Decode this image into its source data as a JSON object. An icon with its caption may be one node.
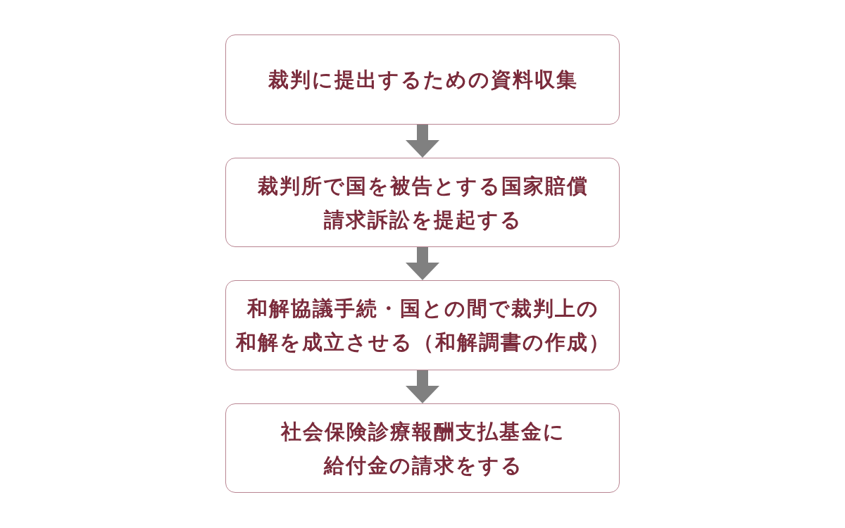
{
  "diagram": {
    "nodes": [
      {
        "text": [
          "裁判に提出するための資料収集"
        ]
      },
      {
        "text": [
          "裁判所で国を被告とする国家賠償請求訴訟を提起する"
        ]
      },
      {
        "text": [
          "和解協議手続・国との間で裁判上の和解を成立させる（和解調書の作成）"
        ]
      },
      {
        "text": [
          "社会保険診療報酬支払基金に給付金の請求をする"
        ]
      }
    ],
    "edges": [
      {
        "from": 0,
        "to": 1,
        "arrow": "to"
      },
      {
        "from": 1,
        "to": 2,
        "arrow": "to"
      },
      {
        "from": 2,
        "to": 3,
        "arrow": "to"
      }
    ]
  }
}
